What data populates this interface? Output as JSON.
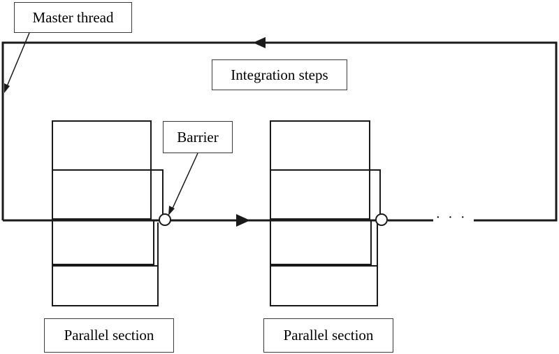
{
  "labels": {
    "master_thread": "Master thread",
    "integration_steps": "Integration steps",
    "barrier": "Barrier",
    "parallel_section_1": "Parallel section",
    "parallel_section_2": "Parallel section"
  },
  "continuation": "· · ·",
  "colors": {
    "line": "#1a1a1a",
    "box_border": "#3a3a3a",
    "background": "#ffffff"
  }
}
